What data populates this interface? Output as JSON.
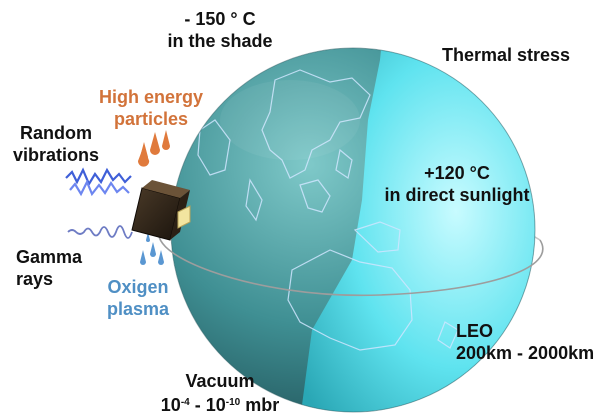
{
  "labels": {
    "shade_temp": "- 150 ° C",
    "shade_note": "in the shade",
    "thermal_stress": "Thermal stress",
    "high_energy_1": "High energy",
    "high_energy_2": "particles",
    "random_1": "Random",
    "random_2": "vibrations",
    "sun_temp": "+120 °C",
    "sun_note": "in direct sunlight",
    "gamma_1": "Gamma",
    "gamma_2": "rays",
    "oxygen_1": "Oxigen",
    "oxygen_2": "plasma",
    "leo_1": "LEO",
    "leo_2": "200km - 2000km",
    "vacuum_1": "Vacuum",
    "vacuum_base_a": "10",
    "vacuum_exp_a": "-4",
    "vacuum_sep": " - 10",
    "vacuum_exp_b": "-10",
    "vacuum_unit": " mbr"
  },
  "colors": {
    "text_dark": "#111111",
    "particles_orange": "#d2733a",
    "plasma_blue": "#4f8fc4",
    "vibration_blue": "#3f5fd8",
    "globe_shade": "#3f8f93",
    "globe_sun": "#5fe3ef",
    "orbit_line": "#b8b8b8"
  },
  "icons": [
    "earth-globe",
    "orbit-ring",
    "satellite",
    "vibration-waves",
    "gamma-wave",
    "particle-drops",
    "plasma-drops"
  ]
}
